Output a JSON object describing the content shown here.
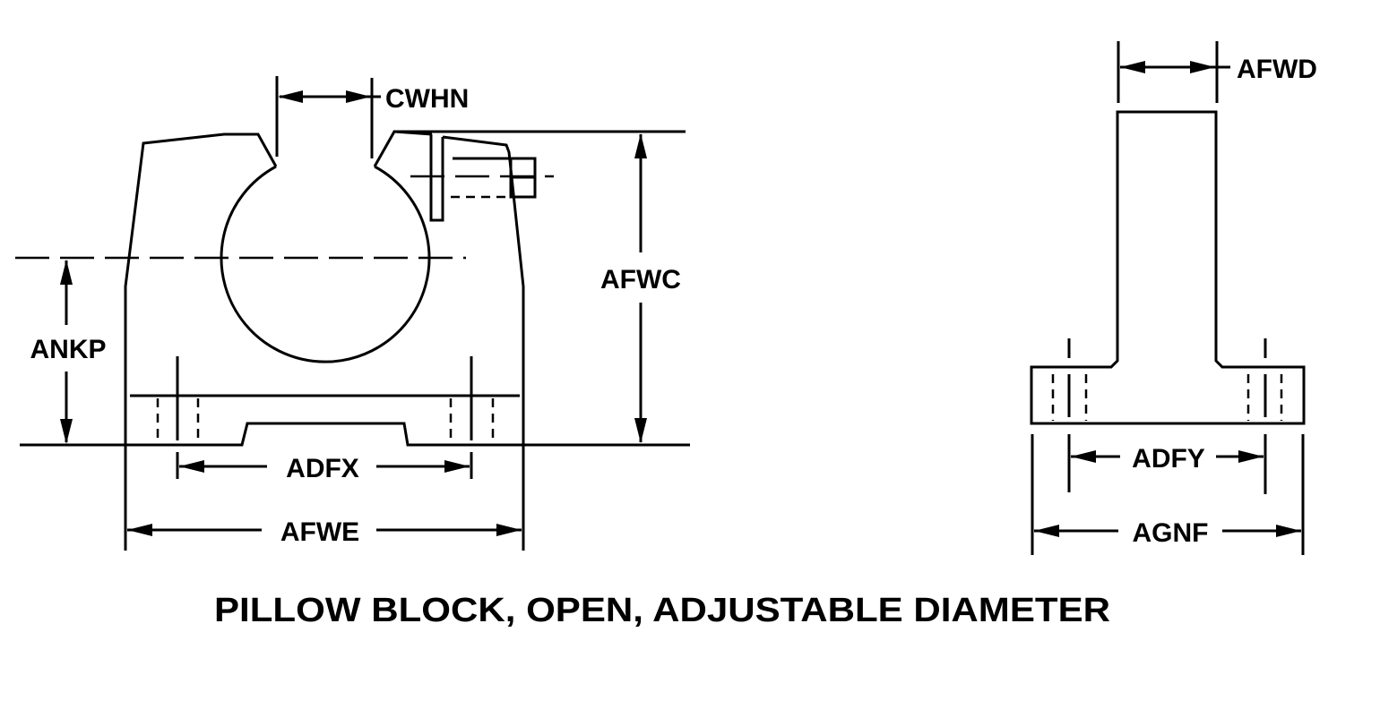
{
  "title": "PILLOW BLOCK, OPEN, ADJUSTABLE DIAMETER",
  "views": {
    "front": {
      "dimensions": {
        "bore_opening": "CWHN",
        "overall_height": "AFWC",
        "center_height": "ANKP",
        "bolt_spacing": "ADFX",
        "overall_length": "AFWE"
      }
    },
    "side": {
      "dimensions": {
        "shaft_width": "AFWD",
        "bolt_spacing": "ADFY",
        "base_width": "AGNF"
      }
    }
  }
}
